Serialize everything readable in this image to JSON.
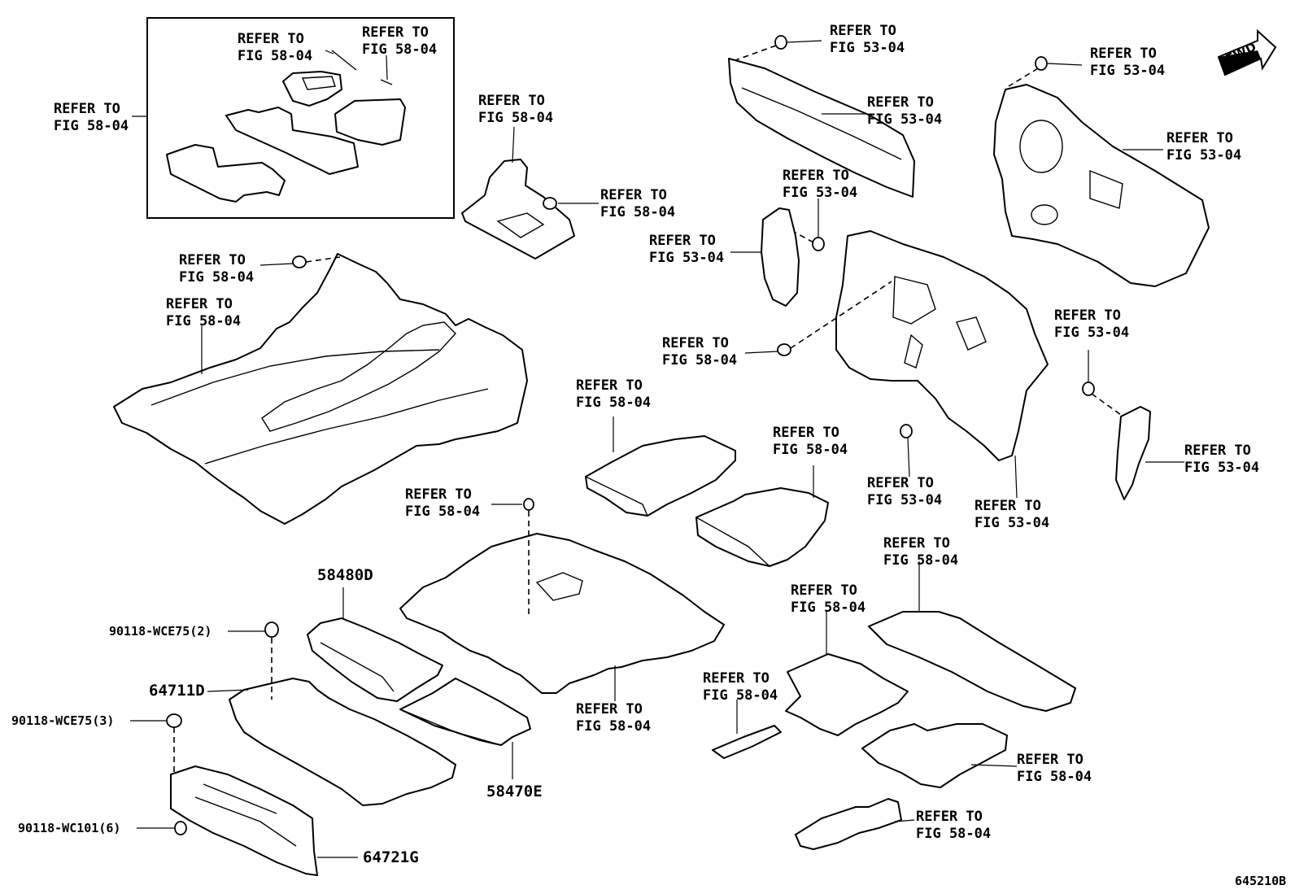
{
  "refer_labels": [
    {
      "id": "r1",
      "line1": "REFER TO",
      "line2": "FIG 58-04"
    },
    {
      "id": "r2",
      "line1": "REFER TO",
      "line2": "FIG 58-04"
    },
    {
      "id": "r3",
      "line1": "REFER TO",
      "line2": "FIG 58-04"
    },
    {
      "id": "r4",
      "line1": "REFER TO",
      "line2": "FIG 58-04"
    },
    {
      "id": "r5",
      "line1": "REFER TO",
      "line2": "FIG 58-04"
    },
    {
      "id": "r6",
      "line1": "REFER TO",
      "line2": "FIG 58-04"
    },
    {
      "id": "r7",
      "line1": "REFER TO",
      "line2": "FIG 58-04"
    },
    {
      "id": "r8",
      "line1": "REFER TO",
      "line2": "FIG 53-04"
    },
    {
      "id": "r9",
      "line1": "REFER TO",
      "line2": "FIG 53-04"
    },
    {
      "id": "r10",
      "line1": "REFER TO",
      "line2": "FIG 53-04"
    },
    {
      "id": "r11",
      "line1": "REFER TO",
      "line2": "FIG 53-04"
    },
    {
      "id": "r12",
      "line1": "REFER TO",
      "line2": "FIG 53-04"
    },
    {
      "id": "r13",
      "line1": "REFER TO",
      "line2": "FIG 53-04"
    },
    {
      "id": "r14",
      "line1": "REFER TO",
      "line2": "FIG 58-04"
    },
    {
      "id": "r15",
      "line1": "REFER TO",
      "line2": "FIG 53-04"
    },
    {
      "id": "r16",
      "line1": "REFER TO",
      "line2": "FIG 58-04"
    },
    {
      "id": "r17",
      "line1": "REFER TO",
      "line2": "FIG 58-04"
    },
    {
      "id": "r18",
      "line1": "REFER TO",
      "line2": "FIG 53-04"
    },
    {
      "id": "r19",
      "line1": "REFER TO",
      "line2": "FIG 53-04"
    },
    {
      "id": "r20",
      "line1": "REFER TO",
      "line2": "FIG 53-04"
    },
    {
      "id": "r21",
      "line1": "REFER TO",
      "line2": "FIG 58-04"
    },
    {
      "id": "r22",
      "line1": "REFER TO",
      "line2": "FIG 58-04"
    },
    {
      "id": "r23",
      "line1": "REFER TO",
      "line2": "FIG 58-04"
    },
    {
      "id": "r24",
      "line1": "REFER TO",
      "line2": "FIG 58-04"
    },
    {
      "id": "r25",
      "line1": "REFER TO",
      "line2": "FIG 58-04"
    },
    {
      "id": "r26",
      "line1": "REFER TO",
      "line2": "FIG 58-04"
    },
    {
      "id": "r27",
      "line1": "REFER TO",
      "line2": "FIG 58-04"
    }
  ],
  "part_numbers": {
    "p58480D": "58480D",
    "p64711D": "64711D",
    "p58470E": "58470E",
    "p64721G": "64721G",
    "fastener_1": "90118-WCE75(2)",
    "fastener_2": "90118-WCE75(3)",
    "fastener_3": "90118-WC101(6)"
  },
  "fwd_label": "FWD",
  "figure_code": "645210B"
}
